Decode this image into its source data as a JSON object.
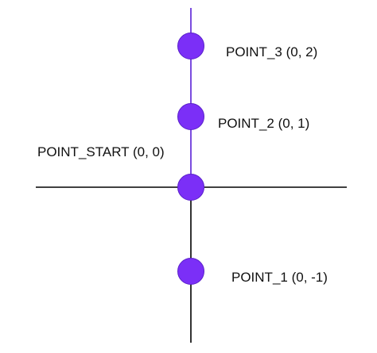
{
  "colors": {
    "point_fill": "#7b2ff7",
    "point_stroke": "#5a22c9",
    "axis": "#000000",
    "positive_axis": "#5a1fd6",
    "label": "#111111"
  },
  "points": [
    {
      "id": "point-3",
      "label": "POINT_3 (0, 2)",
      "x": 0,
      "y": 2
    },
    {
      "id": "point-2",
      "label": "POINT_2 (0, 1)",
      "x": 0,
      "y": 1
    },
    {
      "id": "point-start",
      "label": "POINT_START (0, 0)",
      "x": 0,
      "y": 0
    },
    {
      "id": "point-1",
      "label": "POINT_1 (0, -1)",
      "x": 0,
      "y": -1
    }
  ]
}
